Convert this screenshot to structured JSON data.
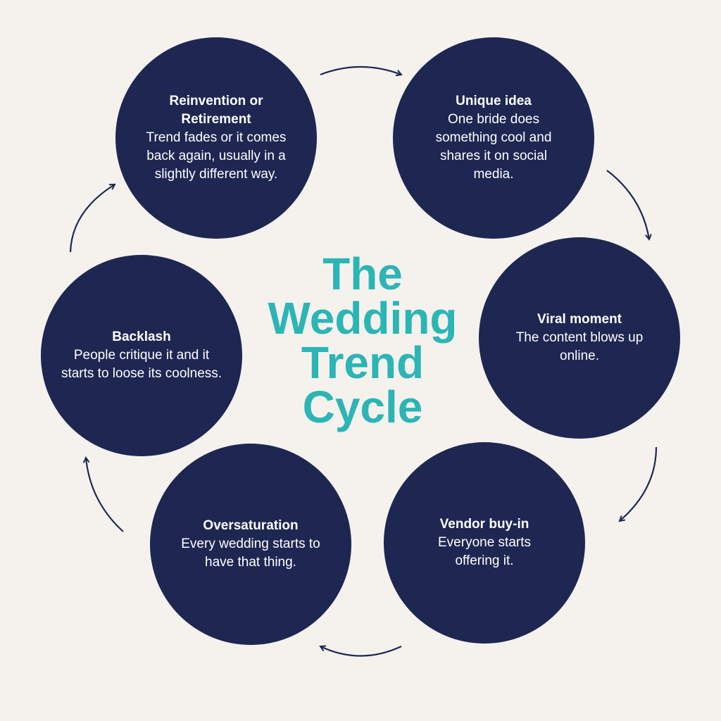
{
  "title_lines": [
    "The",
    "Wedding",
    "Trend",
    "Cycle"
  ],
  "colors": {
    "background": "#f5f2ee",
    "circle": "#1e2752",
    "title": "#2cb5b5",
    "arrow": "#1e2752"
  },
  "stages": [
    {
      "title": "Reinvention or Retirement",
      "body": "Trend fades or it comes back again, usually in a slightly different way."
    },
    {
      "title": "Unique idea",
      "body": "One bride does something cool and shares it on social media."
    },
    {
      "title": "Viral moment",
      "body": "The content blows up online."
    },
    {
      "title": "Vendor buy-in",
      "body": "Everyone starts offering it."
    },
    {
      "title": "Oversaturation",
      "body": "Every wedding starts to have that thing."
    },
    {
      "title": "Backlash",
      "body": "People critique it and it starts to loose its coolness."
    }
  ]
}
